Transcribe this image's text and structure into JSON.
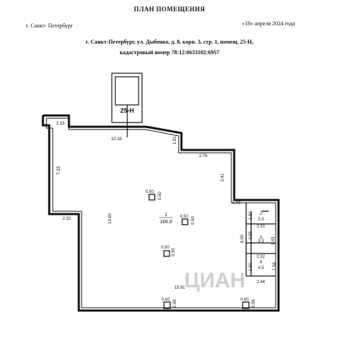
{
  "header": {
    "title": "ПЛАН ПОМЕЩЕНИЯ",
    "city": "г. Санкт- Петербург",
    "date": "«18» апреля 2024 года",
    "address": "г. Санкт-Петербург,  ул. Дыбенко, д. 8, корп. 3, стр. 1, помещ. 25-Н,",
    "cadastral": "кадастровый номер 78:12:0633102:6957"
  },
  "plan": {
    "unit_label": "25-Н",
    "rooms": [
      {
        "number": "1",
        "area": "166.8"
      },
      {
        "number": "2",
        "area": "5.0"
      },
      {
        "number": "3",
        "area": "3.3"
      },
      {
        "number": "4",
        "area": "4.5"
      }
    ],
    "dimensions": {
      "d_233": "2.33",
      "d_1016": "10.16",
      "d_181": "1.81",
      "d_276": "2.76",
      "d_341": "3.41",
      "d_733": "7.33",
      "d_232a": "2.32",
      "d_1360": "13.60",
      "d_193": "1.93",
      "d_231": "2.31",
      "d_600": "6.00",
      "d_143": "1.43",
      "d_232b": "2.32",
      "d_156": "1.56",
      "d_244": "2.44",
      "d_1591": "15.91"
    },
    "columns": [
      {
        "w": "0.50",
        "h": "0.50"
      },
      {
        "w": "0.50",
        "h": "0.50"
      },
      {
        "w": "0.50",
        "h": "0.50"
      },
      {
        "w": "0.62",
        "h": "0.56"
      },
      {
        "w": "0.60",
        "h": "0.56"
      }
    ],
    "small_marks": [
      "1.50",
      "0.95",
      "1.60"
    ],
    "watermark": "ЦИАН"
  }
}
